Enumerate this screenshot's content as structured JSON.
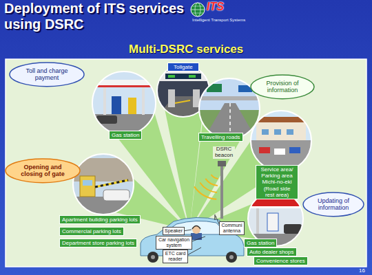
{
  "diagram": {
    "title": "Deployment of ITS services using DSRC",
    "nodes": [
      {
        "text": [
          "Toll and charge payment"
        ]
      },
      {
        "text": [
          "Tollgate"
        ]
      },
      {
        "text": [
          "Provision of information"
        ]
      },
      {
        "text": [
          "Gas station"
        ]
      },
      {
        "text": [
          "Travelling roads"
        ]
      },
      {
        "text": [
          "Opening and closing of gate"
        ]
      },
      {
        "text": [
          "Service area/ Parking area Michi-no-eki (Road side rest area)"
        ]
      },
      {
        "text": [
          "Updating of information"
        ]
      },
      {
        "text": [
          "Apartment building parking lots"
        ]
      },
      {
        "text": [
          "Commercial parking lots"
        ]
      },
      {
        "text": [
          "Speaker"
        ]
      },
      {
        "text": [
          "Communi antenna"
        ]
      },
      {
        "text": [
          "Department store parking lots"
        ]
      },
      {
        "text": [
          "Car navigation system"
        ]
      },
      {
        "text": [
          "Gas station"
        ]
      },
      {
        "text": [
          "ETC card reader"
        ]
      },
      {
        "text": [
          "Auto dealer shops"
        ]
      },
      {
        "text": [
          "Convenience stores"
        ]
      }
    ],
    "labels": [
      "Multi-DSRC services",
      "ITS",
      "Intelligent Transport Systems",
      "DSRC beacon",
      "16"
    ]
  }
}
